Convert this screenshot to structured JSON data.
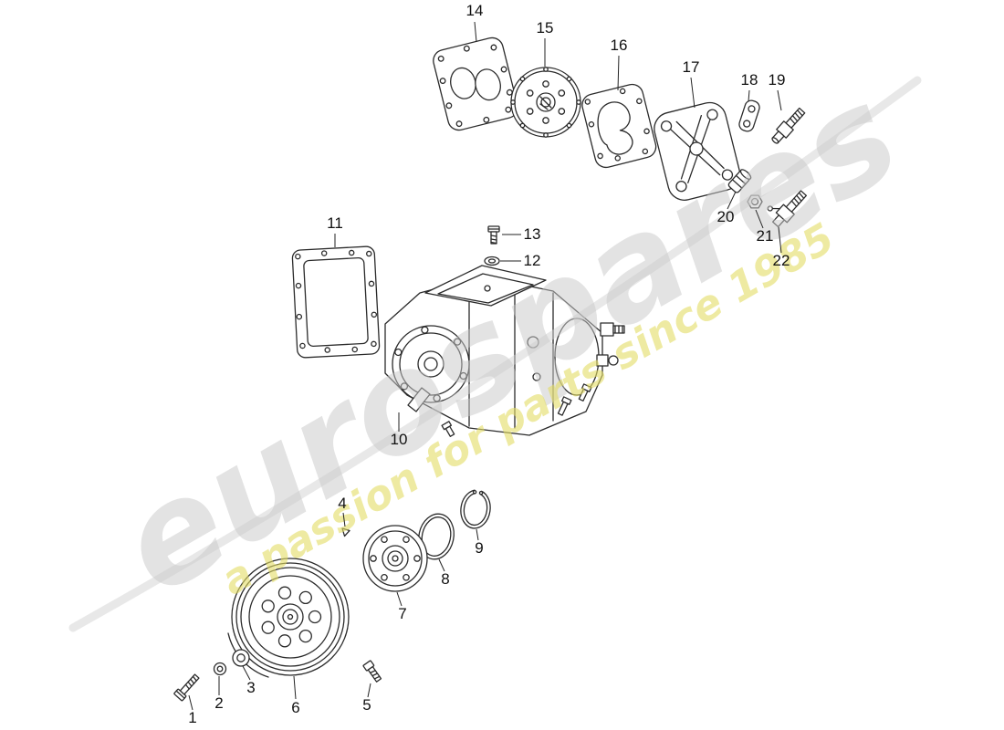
{
  "watermark": {
    "brand": "eurospares",
    "tagline": "a passion for parts since 1985",
    "brand_color": "#c9c9c9",
    "tagline_color": "#e4dd66"
  },
  "diagram": {
    "line_color": "#2b2b2b",
    "label_color": "#111111"
  },
  "labels": [
    "1",
    "2",
    "3",
    "4",
    "5",
    "6",
    "7",
    "8",
    "9",
    "10",
    "11",
    "12",
    "13",
    "14",
    "15",
    "16",
    "17",
    "18",
    "19",
    "20",
    "21",
    "22"
  ]
}
